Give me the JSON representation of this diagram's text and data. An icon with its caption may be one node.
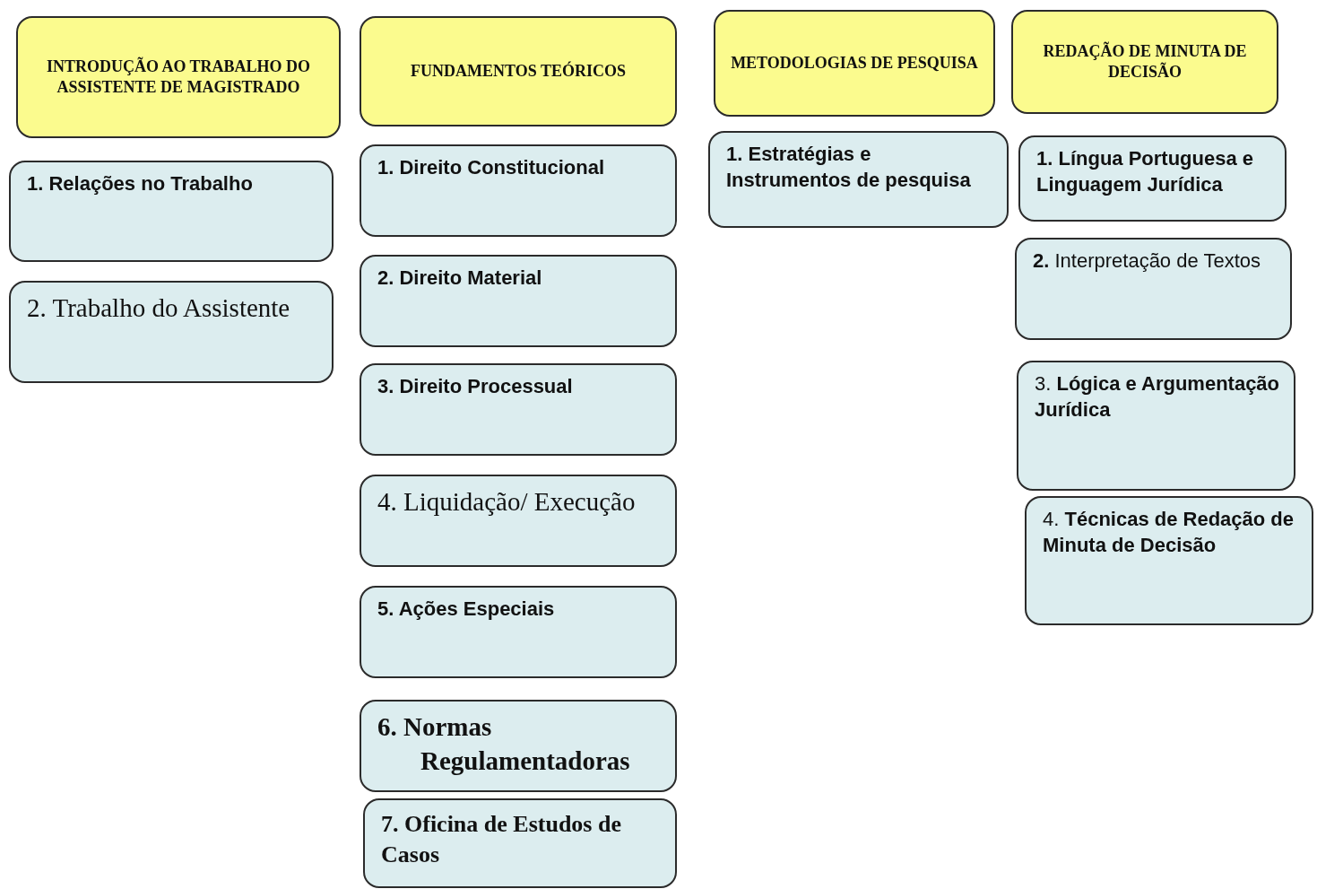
{
  "diagram": {
    "nodes": [
      {
        "text": [
          "INTRODUÇÃO AO TRABALHO DO ASSISTENTE DE MAGISTRADO"
        ]
      },
      {
        "text": [
          "1. Relações no Trabalho"
        ]
      },
      {
        "text": [
          "2. Trabalho do Assistente"
        ]
      },
      {
        "text": [
          "FUNDAMENTOS TEÓRICOS"
        ]
      },
      {
        "text": [
          "1. Direito Constitucional"
        ]
      },
      {
        "text": [
          "2. Direito Material"
        ]
      },
      {
        "text": [
          "3. Direito Processual"
        ]
      },
      {
        "text": [
          "4. Liquidação/ Execução"
        ]
      },
      {
        "text": [
          "5. Ações Especiais"
        ]
      },
      {
        "text": [
          "6. Normas Regulamentadoras"
        ]
      },
      {
        "text": [
          "7. Oficina de Estudos de Casos"
        ]
      },
      {
        "text": [
          "METODOLOGIAS DE PESQUISA"
        ]
      },
      {
        "text": [
          "1. Estratégias e Instrumentos de pesquisa"
        ]
      },
      {
        "text": [
          "REDAÇÃO DE MINUTA DE DECISÃO"
        ]
      },
      {
        "text": [
          "1. Língua Portuguesa e Linguagem Jurídica"
        ]
      },
      {
        "text": [
          "**2.** Interpretação de Textos"
        ]
      },
      {
        "text": [
          "3. **Lógica e Argumentação Jurídica**"
        ]
      },
      {
        "text": [
          "4. **Técnicas de Redação de Minuta de Decisão**"
        ]
      }
    ]
  }
}
